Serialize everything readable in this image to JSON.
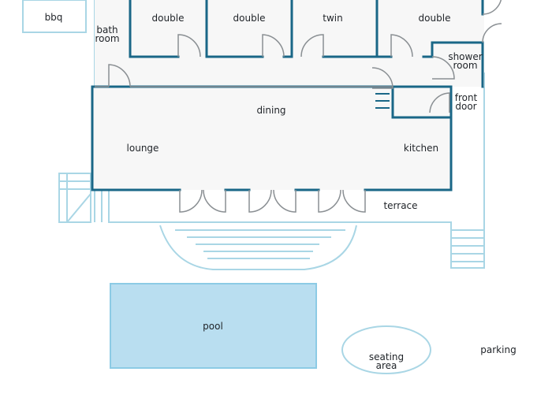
{
  "colors": {
    "wall": "#1a6787",
    "outdoor_line": "#a9d6e5",
    "door": "#8a8f93",
    "room_fill": "#f7f7f7",
    "pool_fill": "#b9def0",
    "pool_stroke": "#8ccbe5",
    "text": "#1f2328"
  },
  "labels": {
    "bbq": "bbq",
    "bath": "bath",
    "room": "room",
    "double_1": "double",
    "double_2": "double",
    "twin": "twin",
    "double_3": "double",
    "shower": "shower",
    "shower_room": "room",
    "front": "front",
    "door": "door",
    "dining": "dining",
    "lounge": "lounge",
    "kitchen": "kitchen",
    "terrace": "terrace",
    "pool": "pool",
    "seating": "seating",
    "area": "area",
    "parking": "parking"
  }
}
